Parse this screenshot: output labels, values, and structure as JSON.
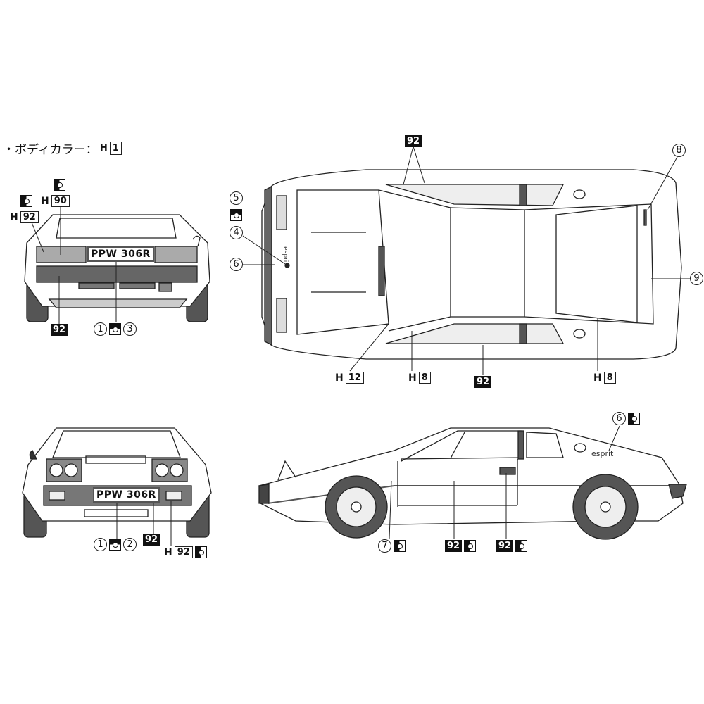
{
  "title": {
    "text": "・ボディカラー：",
    "paint_prefix": "H",
    "paint_code": "1"
  },
  "plate": "PPW 306R",
  "badge_text": "esprit",
  "rear_view": {
    "labels": [
      {
        "prefix": "H",
        "code": "90"
      },
      {
        "prefix": "H",
        "code": "92"
      },
      {
        "code": "92"
      },
      {
        "circled": [
          "1",
          "3"
        ]
      }
    ]
  },
  "top_view": {
    "labels": [
      {
        "code": "92"
      },
      {
        "circled": "8"
      },
      {
        "circled": "5"
      },
      {
        "circled": "4"
      },
      {
        "circled": "6"
      },
      {
        "circled": "9"
      },
      {
        "prefix": "H",
        "code": "12"
      },
      {
        "prefix": "H",
        "code": "8"
      },
      {
        "code": "92"
      },
      {
        "prefix": "H",
        "code": "8"
      }
    ]
  },
  "front_view": {
    "labels": [
      {
        "circled": [
          "1",
          "2"
        ]
      },
      {
        "code": "92"
      },
      {
        "prefix": "H",
        "code": "92"
      }
    ]
  },
  "side_view": {
    "labels": [
      {
        "circled": "6"
      },
      {
        "circled": "7"
      },
      {
        "code": "92"
      },
      {
        "code": "92"
      }
    ]
  }
}
